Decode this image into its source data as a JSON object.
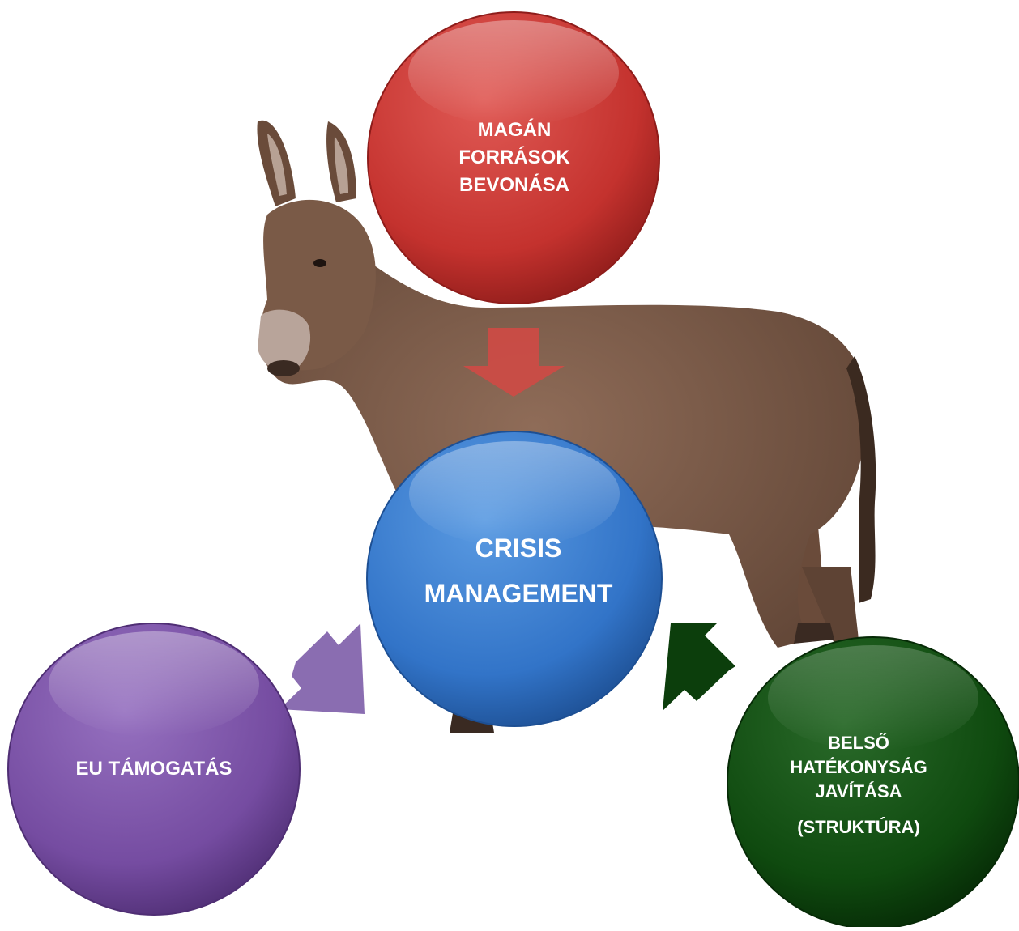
{
  "diagram": {
    "nodes": {
      "top": {
        "lines": [
          "MAGÁN",
          "FORRÁSOK",
          "BEVONÁSA"
        ],
        "color": "#c93a36"
      },
      "center": {
        "lines": [
          "CRISIS",
          "MANAGEMENT"
        ],
        "color": "#3b7fd0"
      },
      "left": {
        "lines": [
          "EU TÁMOGATÁS"
        ],
        "color": "#7b52a6"
      },
      "right": {
        "lines": [
          "BELSŐ",
          "HATÉKONYSÁG",
          "JAVÍTÁSA"
        ],
        "sub": "(STRUKTÚRA)",
        "color": "#0f4a0f"
      }
    },
    "arrows": {
      "top": {
        "color": "#cf4a45"
      },
      "left": {
        "color": "#8465ad"
      },
      "right": {
        "color": "#0c3e0c"
      }
    },
    "background_image": "donkey"
  }
}
